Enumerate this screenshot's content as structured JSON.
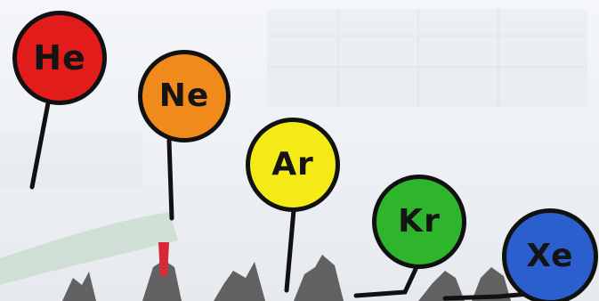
{
  "balloons": [
    {
      "symbol": "He",
      "color": "#e21b1b"
    },
    {
      "symbol": "Ne",
      "color": "#f08a1a"
    },
    {
      "symbol": "Ar",
      "color": "#f4ea18"
    },
    {
      "symbol": "Kr",
      "color": "#2fb52c"
    },
    {
      "symbol": "Xe",
      "color": "#2b5fce"
    }
  ]
}
